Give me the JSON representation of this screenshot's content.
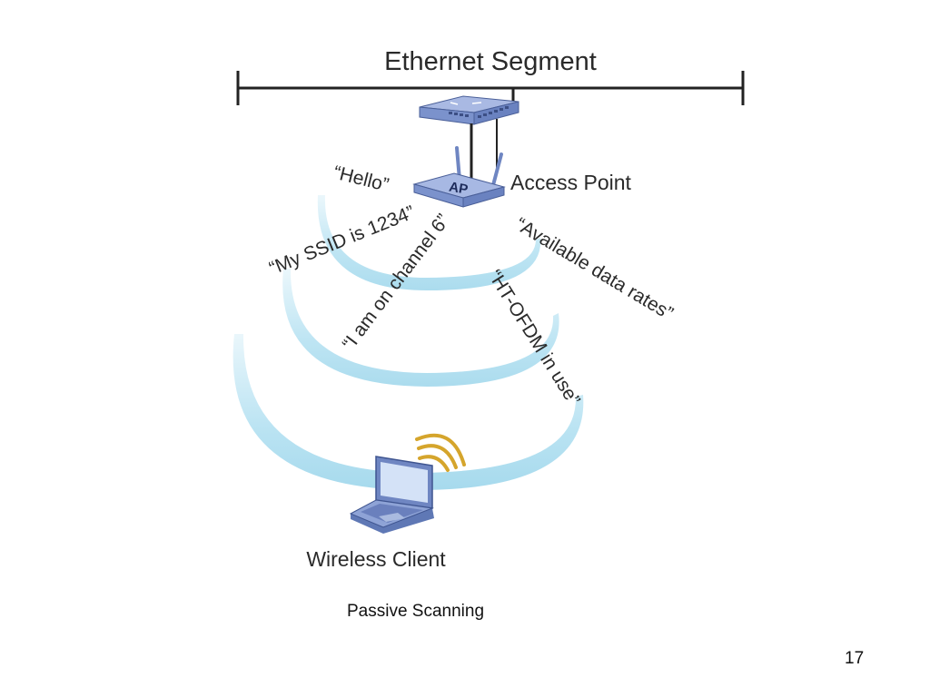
{
  "diagram": {
    "segment_label": "Ethernet Segment",
    "access_point_label": "Access Point",
    "ap_badge": "AP",
    "client_label": "Wireless Client",
    "messages": {
      "hello": "“Hello”",
      "ssid": "“My SSID is 1234”",
      "channel": "“I am on channel 6”",
      "rates": "“Available data rates”",
      "ofdm": "“HT-OFDM in use”"
    },
    "colors": {
      "wave": "#a9dcef",
      "device_blue": "#7f97cd",
      "line": "#222222",
      "signal": "#d5a52c"
    },
    "icons": [
      "switch-icon",
      "access-point-icon",
      "laptop-icon",
      "signal-icon"
    ]
  },
  "slide": {
    "caption": "Passive Scanning",
    "page_number": "17"
  }
}
